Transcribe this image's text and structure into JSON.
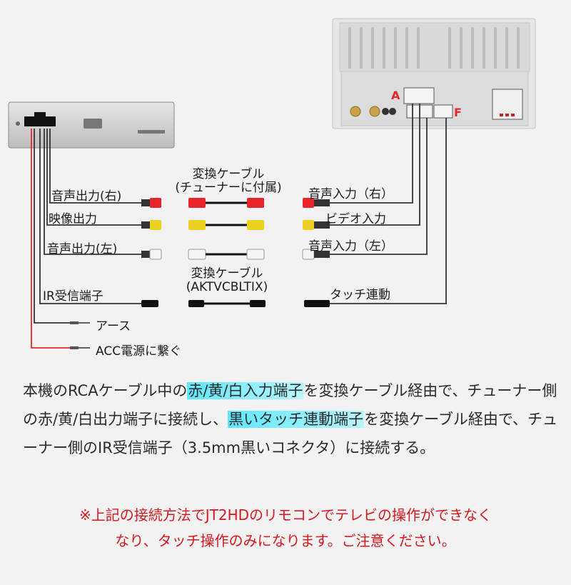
{
  "diagram": {
    "labels": {
      "audio_out_r": "音声出力(右)",
      "video_out": "映像出力",
      "audio_out_l": "音声出力(左)",
      "ir_port": "IR受信端子",
      "ground": "アース",
      "acc": "ACC電源に繋ぐ",
      "cable1_line1": "変換ケーブル",
      "cable1_line2": "(チューナーに付属)",
      "cable2_line1": "変換ケーブル",
      "cable2_line2": "(AKTVCBLTIX)",
      "audio_in_r": "音声入力（右）",
      "video_in": "ビデオ入力",
      "audio_in_l": "音声入力（左）",
      "touch_link": "タッチ連動",
      "port_a": "A",
      "port_f": "F"
    },
    "colors": {
      "red": "#e8242a",
      "yellow": "#ecd21e",
      "white": "#f4f4f4",
      "black": "#222222",
      "accent_red": "#e8242a"
    }
  },
  "description": {
    "part1": "本機のRCAケーブル中の",
    "highlight1": "赤/黄/白入力端子",
    "part2": "を変換ケーブル経由で、チューナー側の赤/黄/白出力端子に接続し、",
    "highlight2": "黒いタッチ連動端子",
    "part3": "を変換ケーブル経由で、チューナー側のIR受信端子（3.5mm黒いコネクタ）に接続する。"
  },
  "note": {
    "line1": "※上記の接続方法でJT2HDのリモコンでテレビの操作ができなく",
    "line2": "なり、タッチ操作のみになります。ご注意ください。"
  }
}
